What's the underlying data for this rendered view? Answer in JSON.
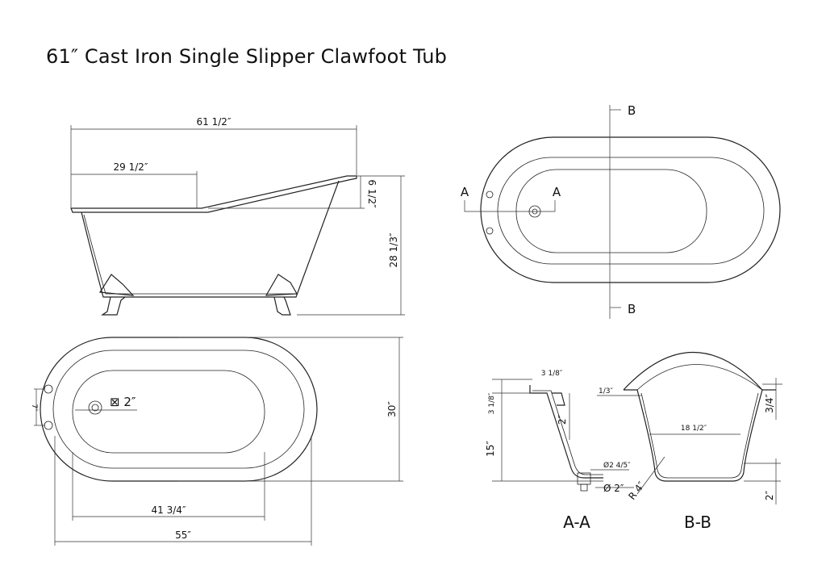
{
  "title": "61″ Cast Iron Single Slipper Clawfoot Tub",
  "side_view": {
    "overall_length": "61 1/2″",
    "back_length": "29 1/2″",
    "slope_height": "6 1/2″",
    "total_height": "28 1/3″"
  },
  "top_view_left": {
    "drain_size": "⊠ 2″",
    "faucet_spacing": "7″",
    "width": "30″",
    "inner_length": "41 3/4″",
    "outer_length": "55″"
  },
  "top_view_right": {
    "section_a": "A",
    "section_b": "B"
  },
  "section_aa": {
    "rim_width": "3 1/8″",
    "rim_height": "3 1/8″",
    "depth": "15″",
    "rim_depth": "2″",
    "overflow_dia": "Ø2 4/5″",
    "drain_dia": "Ø 2″",
    "label": "A-A"
  },
  "section_bb": {
    "lip": "1/3″",
    "floor_width": "18 1/2″",
    "rim_height": "3/4″",
    "radius": "R 4″",
    "base": "2″",
    "label": "B-B"
  }
}
